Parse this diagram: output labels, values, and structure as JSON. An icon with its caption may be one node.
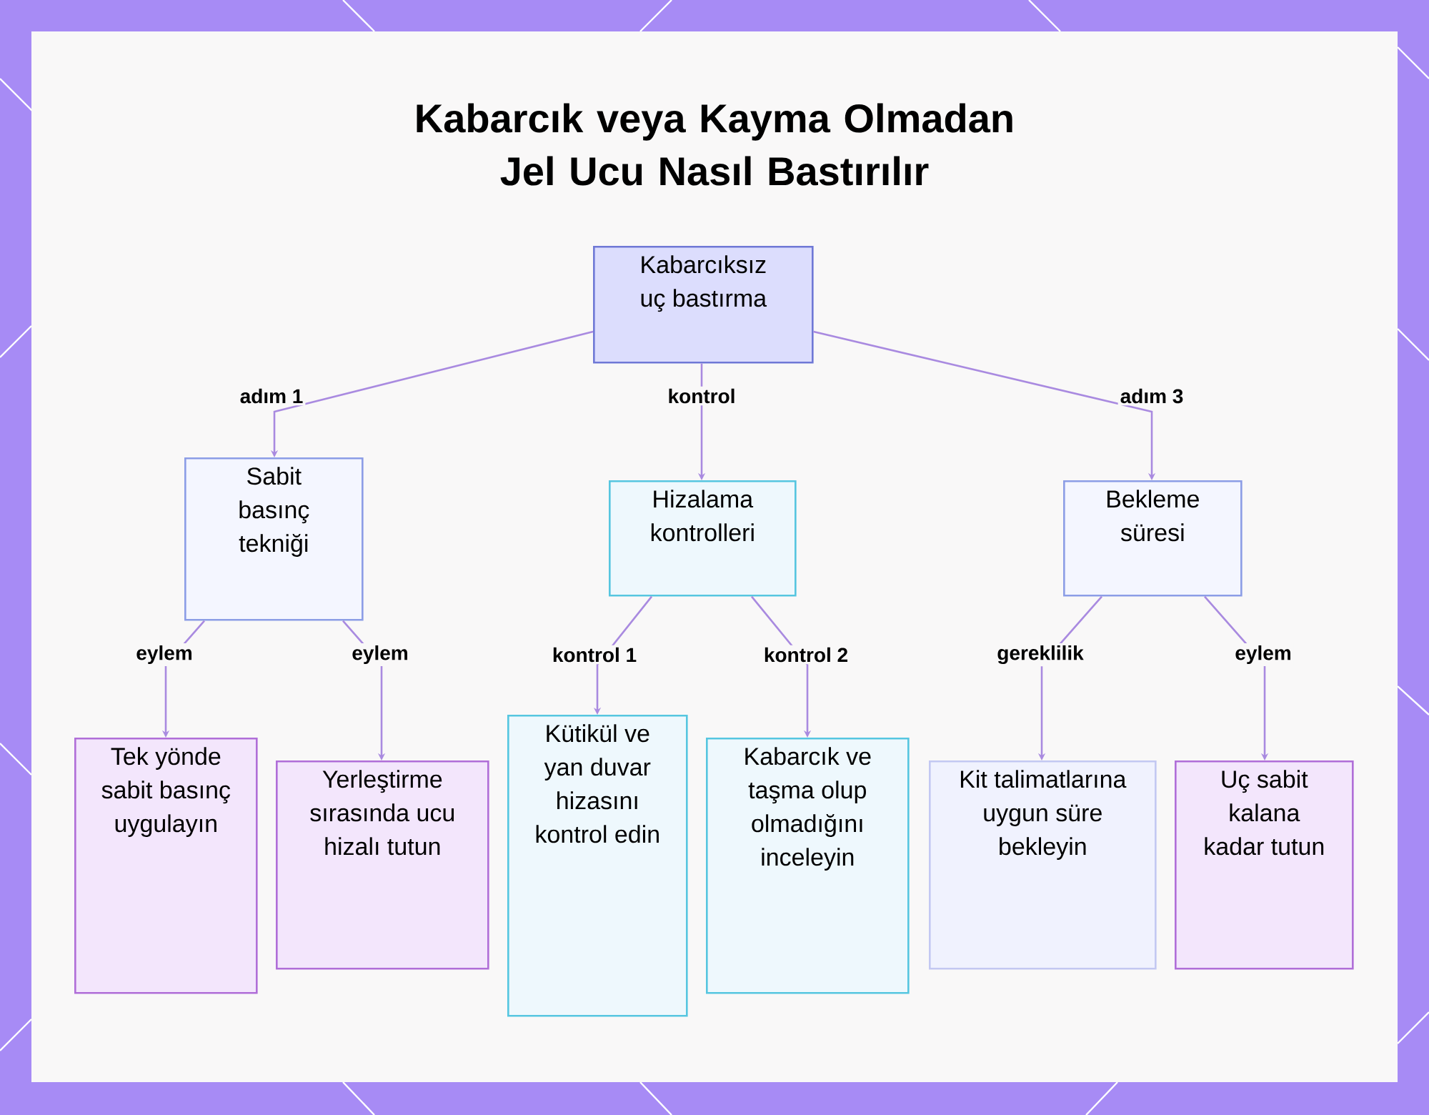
{
  "diagram": {
    "title": "Kabarcık veya Kayma Olmadan Jel Ucu Nasıl Bastırılır",
    "nodes": [
      {
        "text": [
          "Kabarcıksız uç bastırma"
        ]
      },
      {
        "text": [
          "Sabit basınç tekniği"
        ]
      },
      {
        "text": [
          "Hizalama kontrolleri"
        ]
      },
      {
        "text": [
          "Bekleme süresi"
        ]
      },
      {
        "text": [
          "Tek yönde sabit basınç uygulayın"
        ]
      },
      {
        "text": [
          "Yerleştirme sırasında ucu hizalı tutun"
        ]
      },
      {
        "text": [
          "Kütikül ve yan duvar hizasını kontrol edin"
        ]
      },
      {
        "text": [
          "Kabarcık ve taşma olup olmadığını inceleyin"
        ]
      },
      {
        "text": [
          "Kit talimatlarına uygun süre bekleyin"
        ]
      },
      {
        "text": [
          "Uç sabit kalana kadar tutun"
        ]
      }
    ],
    "edges": [
      {
        "from": 0,
        "to": 1,
        "arrow": "to",
        "label": "adım 1"
      },
      {
        "from": 0,
        "to": 2,
        "arrow": "to",
        "label": "kontrol"
      },
      {
        "from": 0,
        "to": 3,
        "arrow": "to",
        "label": "adım 3"
      },
      {
        "from": 1,
        "to": 4,
        "arrow": "to",
        "label": "eylem"
      },
      {
        "from": 1,
        "to": 5,
        "arrow": "to",
        "label": "eylem"
      },
      {
        "from": 2,
        "to": 6,
        "arrow": "to",
        "label": "kontrol 1"
      },
      {
        "from": 2,
        "to": 7,
        "arrow": "to",
        "label": "kontrol 2"
      },
      {
        "from": 3,
        "to": 8,
        "arrow": "to",
        "label": "gereklilik"
      },
      {
        "from": 3,
        "to": 9,
        "arrow": "to",
        "label": "eylem"
      }
    ]
  }
}
